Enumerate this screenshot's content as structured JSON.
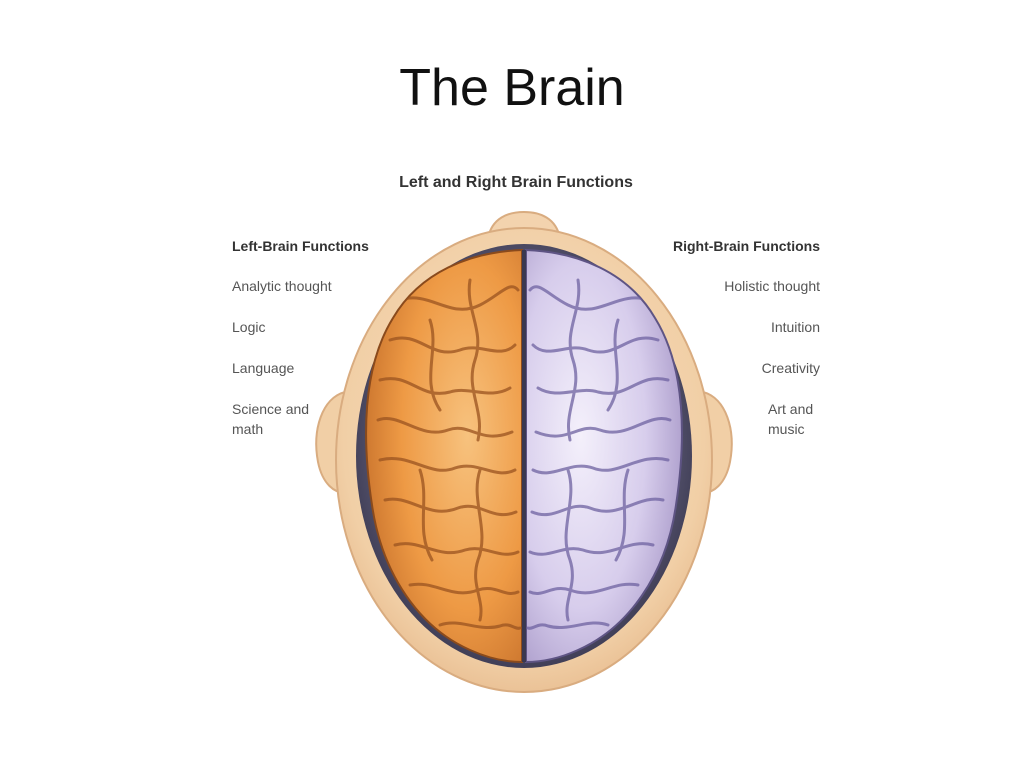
{
  "slide": {
    "title": "The Brain"
  },
  "figure": {
    "title": "Left and Right Brain Functions",
    "left": {
      "heading": "Left-Brain Functions",
      "items": [
        "Analytic thought",
        "Logic",
        "Language",
        "Science and math"
      ]
    },
    "right": {
      "heading": "Right-Brain Functions",
      "items": [
        "Holistic thought",
        "Intuition",
        "Creativity",
        "Art and music"
      ]
    }
  },
  "colors": {
    "left_hemisphere": "#F0A24A",
    "right_hemisphere": "#D9D0EE",
    "skin": "#F3D3AE"
  }
}
